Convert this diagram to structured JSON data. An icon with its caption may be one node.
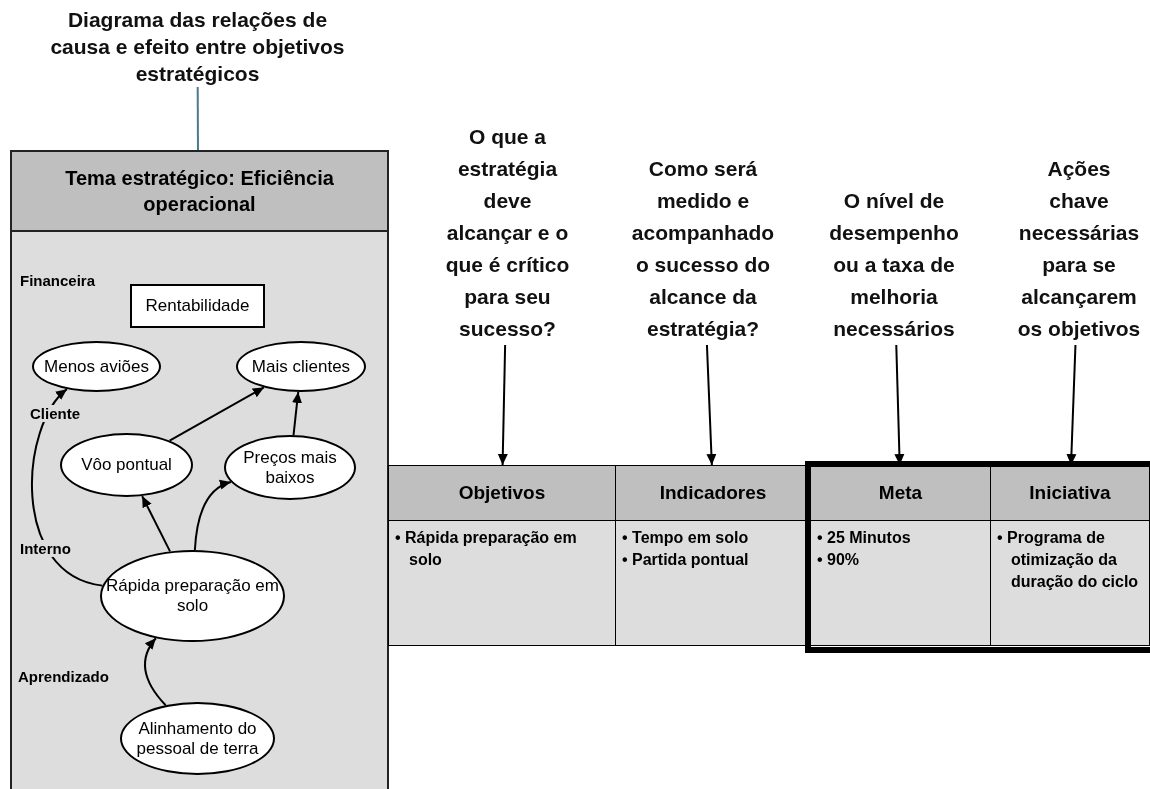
{
  "diagram": {
    "nodes": [
      {
        "text": [
          "Diagrama das relações de causa e efeito entre objetivos estratégicos"
        ]
      },
      {
        "text": [
          "Tema estratégico: Eficiência operacional"
        ]
      },
      {
        "text": [
          "Rentabilidade"
        ],
        "in": 1
      },
      {
        "text": [
          "Menos aviões"
        ],
        "in": 1
      },
      {
        "text": [
          "Mais clientes"
        ],
        "in": 1
      },
      {
        "text": [
          "Vôo pontual"
        ],
        "in": 1
      },
      {
        "text": [
          "Preços mais baixos"
        ],
        "in": 1
      },
      {
        "text": [
          "Rápida preparação em solo"
        ],
        "in": 1
      },
      {
        "text": [
          "Alinhamento do pessoal de terra"
        ],
        "in": 1
      },
      {
        "text": [
          "O que a estratégia deve alcançar e o que é crítico para seu sucesso?"
        ]
      },
      {
        "text": [
          "Como será medido e acompanhado o sucesso do alcance da estratégia?"
        ]
      },
      {
        "text": [
          "O nível de desempenho ou a taxa de melhoria necessários"
        ]
      },
      {
        "text": [
          "Ações chave necessárias para se alcançarem os objetivos"
        ]
      },
      {
        "text": [
          "Objetivos"
        ]
      },
      {
        "text": [
          "Indicadores"
        ]
      },
      {
        "text": [
          "Meta"
        ]
      },
      {
        "text": [
          "Iniciativa"
        ]
      },
      {
        "text": [
          "• Rápida preparação em solo"
        ]
      },
      {
        "text": [
          "• Tempo em solo",
          "• Partida pontual"
        ]
      },
      {
        "text": [
          "• 25 Minutos",
          "• 90%"
        ]
      },
      {
        "text": [
          "• Programa de otimização da duração do ciclo"
        ]
      }
    ],
    "edges": [
      {
        "from": 0,
        "to": 1,
        "arrow": "none",
        "color": "#4a7a8c"
      },
      {
        "from": 8,
        "to": 7,
        "arrow": "to"
      },
      {
        "from": 7,
        "to": 3,
        "arrow": "to"
      },
      {
        "from": 7,
        "to": 5,
        "arrow": "to"
      },
      {
        "from": 7,
        "to": 6,
        "arrow": "to"
      },
      {
        "from": 5,
        "to": 4,
        "arrow": "to"
      },
      {
        "from": 6,
        "to": 4,
        "arrow": "to"
      },
      {
        "from": 9,
        "to": 13,
        "arrow": "to"
      },
      {
        "from": 10,
        "to": 14,
        "arrow": "to"
      },
      {
        "from": 11,
        "to": 15,
        "arrow": "to"
      },
      {
        "from": 12,
        "to": 16,
        "arrow": "to"
      }
    ],
    "labels": [
      "Financeira",
      "Cliente",
      "Interno",
      "Aprendizado"
    ]
  }
}
